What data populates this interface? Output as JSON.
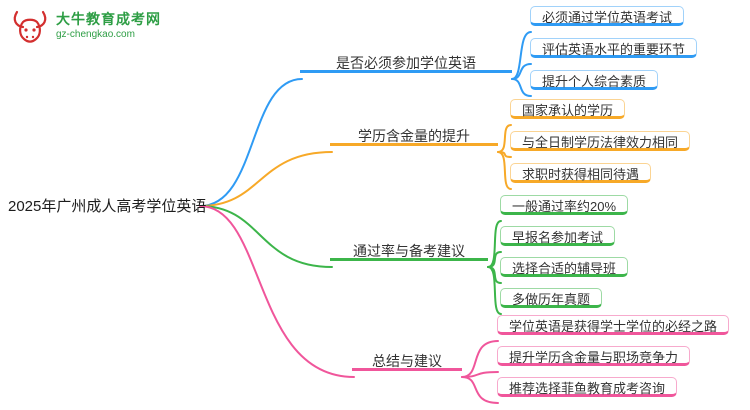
{
  "logo": {
    "title": "大牛教育成考网",
    "subtitle": "gz-chengkao.com",
    "icon": "bull-icon"
  },
  "colors": {
    "branch_blue": "#2f9bf4",
    "branch_orange": "#f7a928",
    "branch_green": "#3cb54a",
    "branch_pink": "#f0569b",
    "logo_red": "#d32f2f",
    "logo_green": "#2e9e45"
  },
  "map": {
    "root": "2025年广州成人高考学位英语",
    "branches": [
      {
        "label": "是否必须参加学位英语",
        "color": "#2f9bf4",
        "children": [
          "必须通过学位英语考试",
          "评估英语水平的重要环节",
          "提升个人综合素质"
        ]
      },
      {
        "label": "学历含金量的提升",
        "color": "#f7a928",
        "children": [
          "国家承认的学历",
          "与全日制学历法律效力相同",
          "求职时获得相同待遇"
        ]
      },
      {
        "label": "通过率与备考建议",
        "color": "#3cb54a",
        "children": [
          "一般通过率约20%",
          "早报名参加考试",
          "选择合适的辅导班",
          "多做历年真题"
        ]
      },
      {
        "label": "总结与建议",
        "color": "#f0569b",
        "children": [
          "学位英语是获得学士学位的必经之路",
          "提升学历含金量与职场竞争力",
          "推荐选择菲鱼教育成考咨询"
        ]
      }
    ]
  }
}
